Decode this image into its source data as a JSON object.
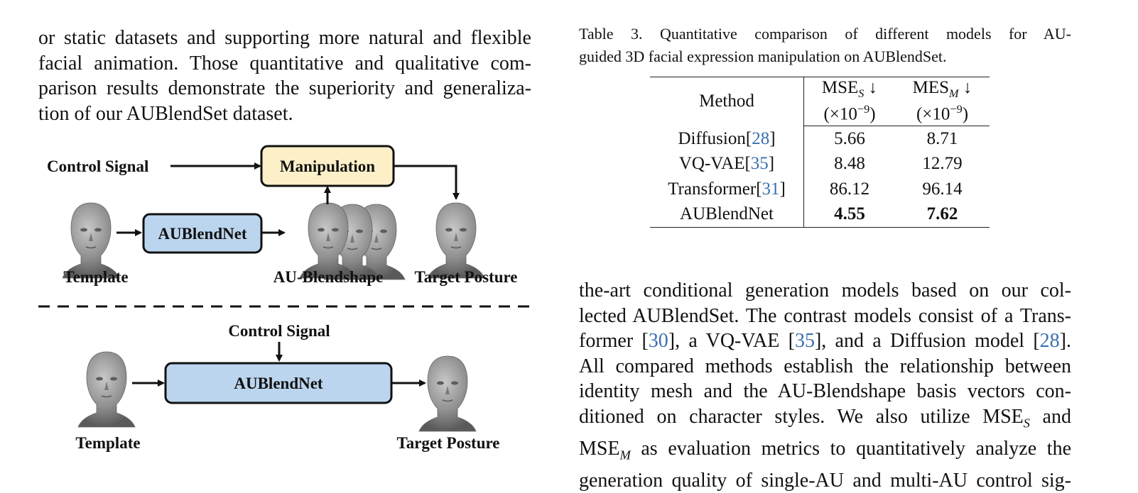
{
  "left_paragraph": {
    "lines": [
      "or static datasets and supporting more natural and flexible",
      "facial animation.  Those quantitative and qualitative com-",
      "parison results demonstrate the superiority and generaliza-",
      "tion of our AUBlendSet dataset."
    ]
  },
  "figure": {
    "top": {
      "control_signal": "Control Signal",
      "manipulation": "Manipulation",
      "aublendnet": "AUBlendNet",
      "template": "Template",
      "au_blendshape": "AU-Blendshape",
      "target_posture": "Target Posture"
    },
    "bottom": {
      "control_signal": "Control Signal",
      "aublendnet": "AUBlendNet",
      "template": "Template",
      "target_posture": "Target Posture"
    }
  },
  "table": {
    "caption_lines": [
      "Table 3.  Quantitative comparison of different models for AU-",
      "guided 3D facial expression manipulation on AUBlendSet."
    ],
    "headers": {
      "method": "Method",
      "mse_s_base": "MSE",
      "mse_s_sub": "S",
      "mes_m_base": "MES",
      "mes_m_sub": "M",
      "arrow": "↓",
      "scale_prefix": "(×10",
      "scale_exp": "−9",
      "scale_suffix": ")"
    },
    "rows": [
      {
        "method": "Diffusion",
        "ref": "28",
        "mse_s": "5.66",
        "mes_m": "8.71",
        "bold": false
      },
      {
        "method": "VQ-VAE",
        "ref": "35",
        "mse_s": "8.48",
        "mes_m": "12.79",
        "bold": false
      },
      {
        "method": "Transformer",
        "ref": "31",
        "mse_s": "86.12",
        "mes_m": "96.14",
        "bold": false
      },
      {
        "method": "AUBlendNet",
        "ref": "",
        "mse_s": "4.55",
        "mes_m": "7.62",
        "bold": true
      }
    ]
  },
  "right_paragraph": {
    "l1": "the-art conditional generation models based on our col-",
    "l2": "lected AUBlendSet. The contrast models consist of a Trans-",
    "l3_a": "former [",
    "l3_ref1": "30",
    "l3_b": "], a VQ-VAE [",
    "l3_ref2": "35",
    "l3_c": "], and a Diffusion model [",
    "l3_ref3": "28",
    "l3_d": "].",
    "l4": "All compared methods establish the relationship between",
    "l5": "identity mesh and the AU-Blendshape basis vectors con-",
    "l6_a": "ditioned on character styles.  We also utilize MSE",
    "l6_sub": "S",
    "l6_b": " and",
    "l7_a": "MSE",
    "l7_sub": "M",
    "l7_b": " as evaluation metrics to quantitatively analyze the",
    "l8": "generation quality of single-AU and multi-AU control sig-"
  }
}
